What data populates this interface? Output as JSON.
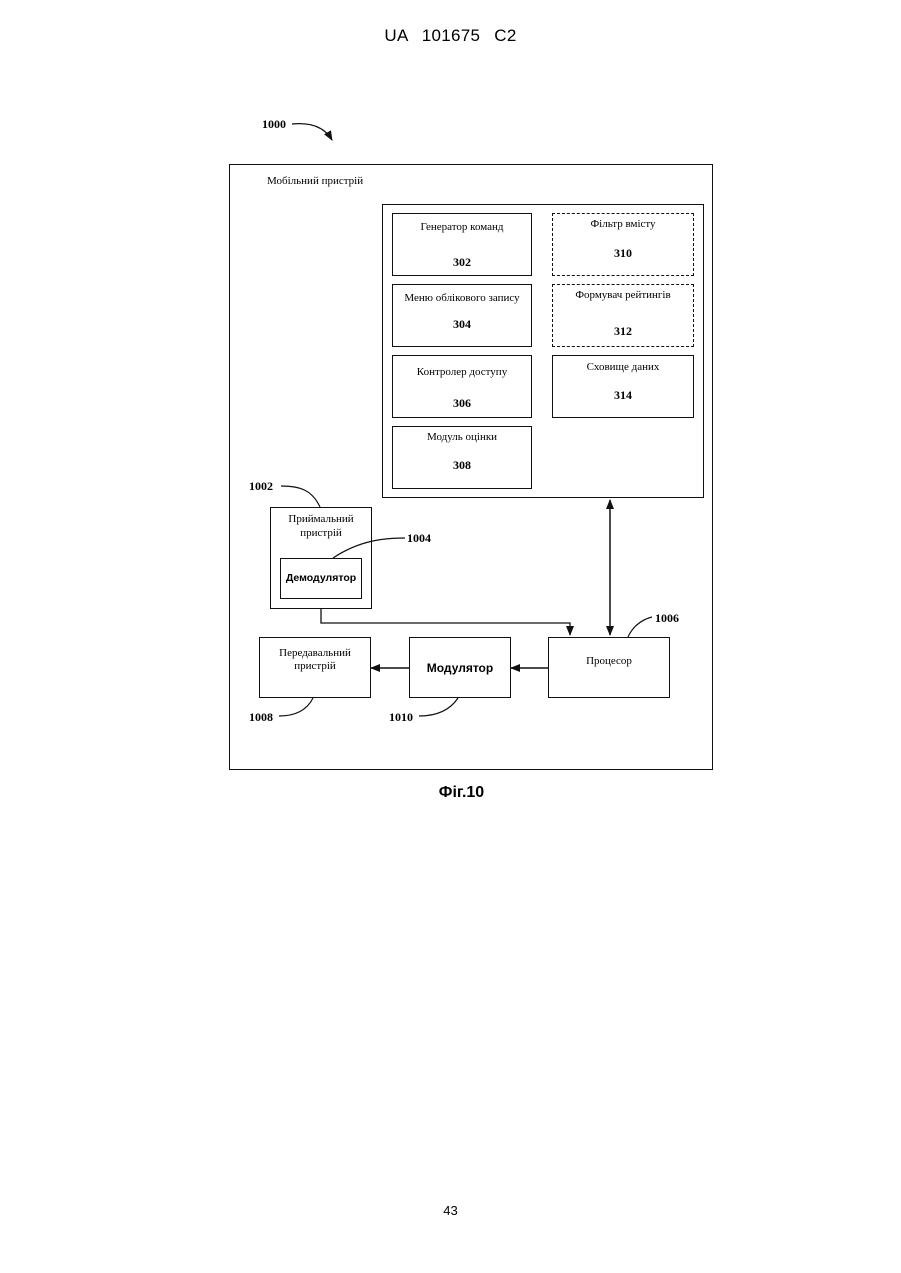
{
  "header": {
    "doc_id": "UA   101675   C2"
  },
  "figure": {
    "caption": "Фіг.10",
    "ref_main": "1000",
    "mobile_device": {
      "label": "Мобільний пристрій"
    },
    "modules": [
      {
        "label": "Генератор команд",
        "number": "302"
      },
      {
        "label": "Меню облікового запису",
        "number": "304"
      },
      {
        "label": "Контролер доступу",
        "number": "306"
      },
      {
        "label": "Модуль оцінки",
        "number": "308"
      },
      {
        "label": "Фільтр вмісту",
        "number": "310"
      },
      {
        "label": "Формувач рейтингів",
        "number": "312"
      },
      {
        "label": "Сховище даних",
        "number": "314"
      }
    ],
    "receiver": {
      "label_line1": "Приймальний",
      "label_line2": "пристрій",
      "ref": "1002"
    },
    "demodulator": {
      "label": "Демодулятор",
      "ref": "1004"
    },
    "processor": {
      "label": "Процесор",
      "ref": "1006"
    },
    "transmitter": {
      "label_line1": "Передавальний",
      "label_line2": "пристрій",
      "ref": "1008"
    },
    "modulator": {
      "label": "Модулятор",
      "ref": "1010"
    }
  },
  "page_number": "43"
}
